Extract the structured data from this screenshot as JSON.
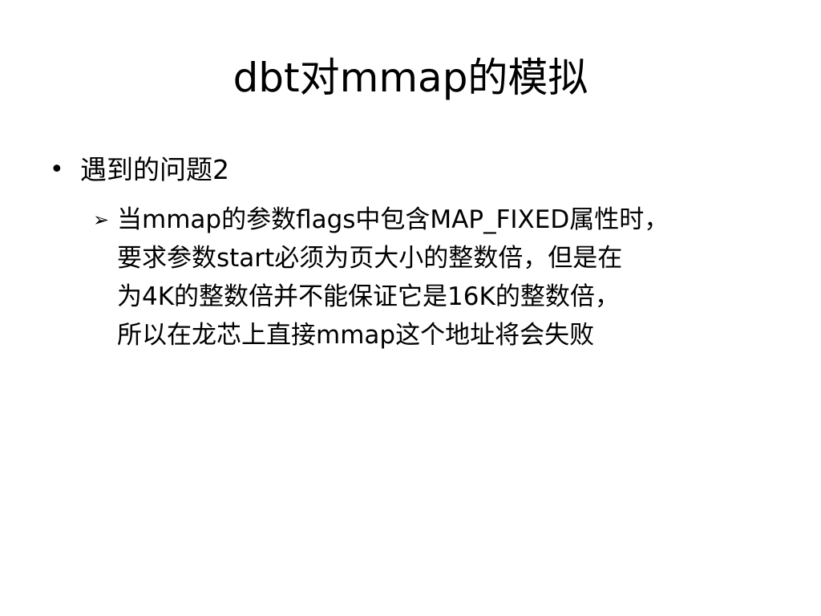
{
  "slide": {
    "title": "dbt对mmap的模拟",
    "bullet_char": "•",
    "bullet_text": "遇到的问题2",
    "sub_bullet_char": "➢",
    "sub_bullet_lines": [
      "当mmap的参数flags中包含MAP_FIXED属性时，",
      "要求参数start必须为页大小的整数倍，但是在",
      "为4K的整数倍并不能保证它是16K的整数倍，",
      "所以在龙芯上直接mmap这个地址将会失败"
    ]
  }
}
